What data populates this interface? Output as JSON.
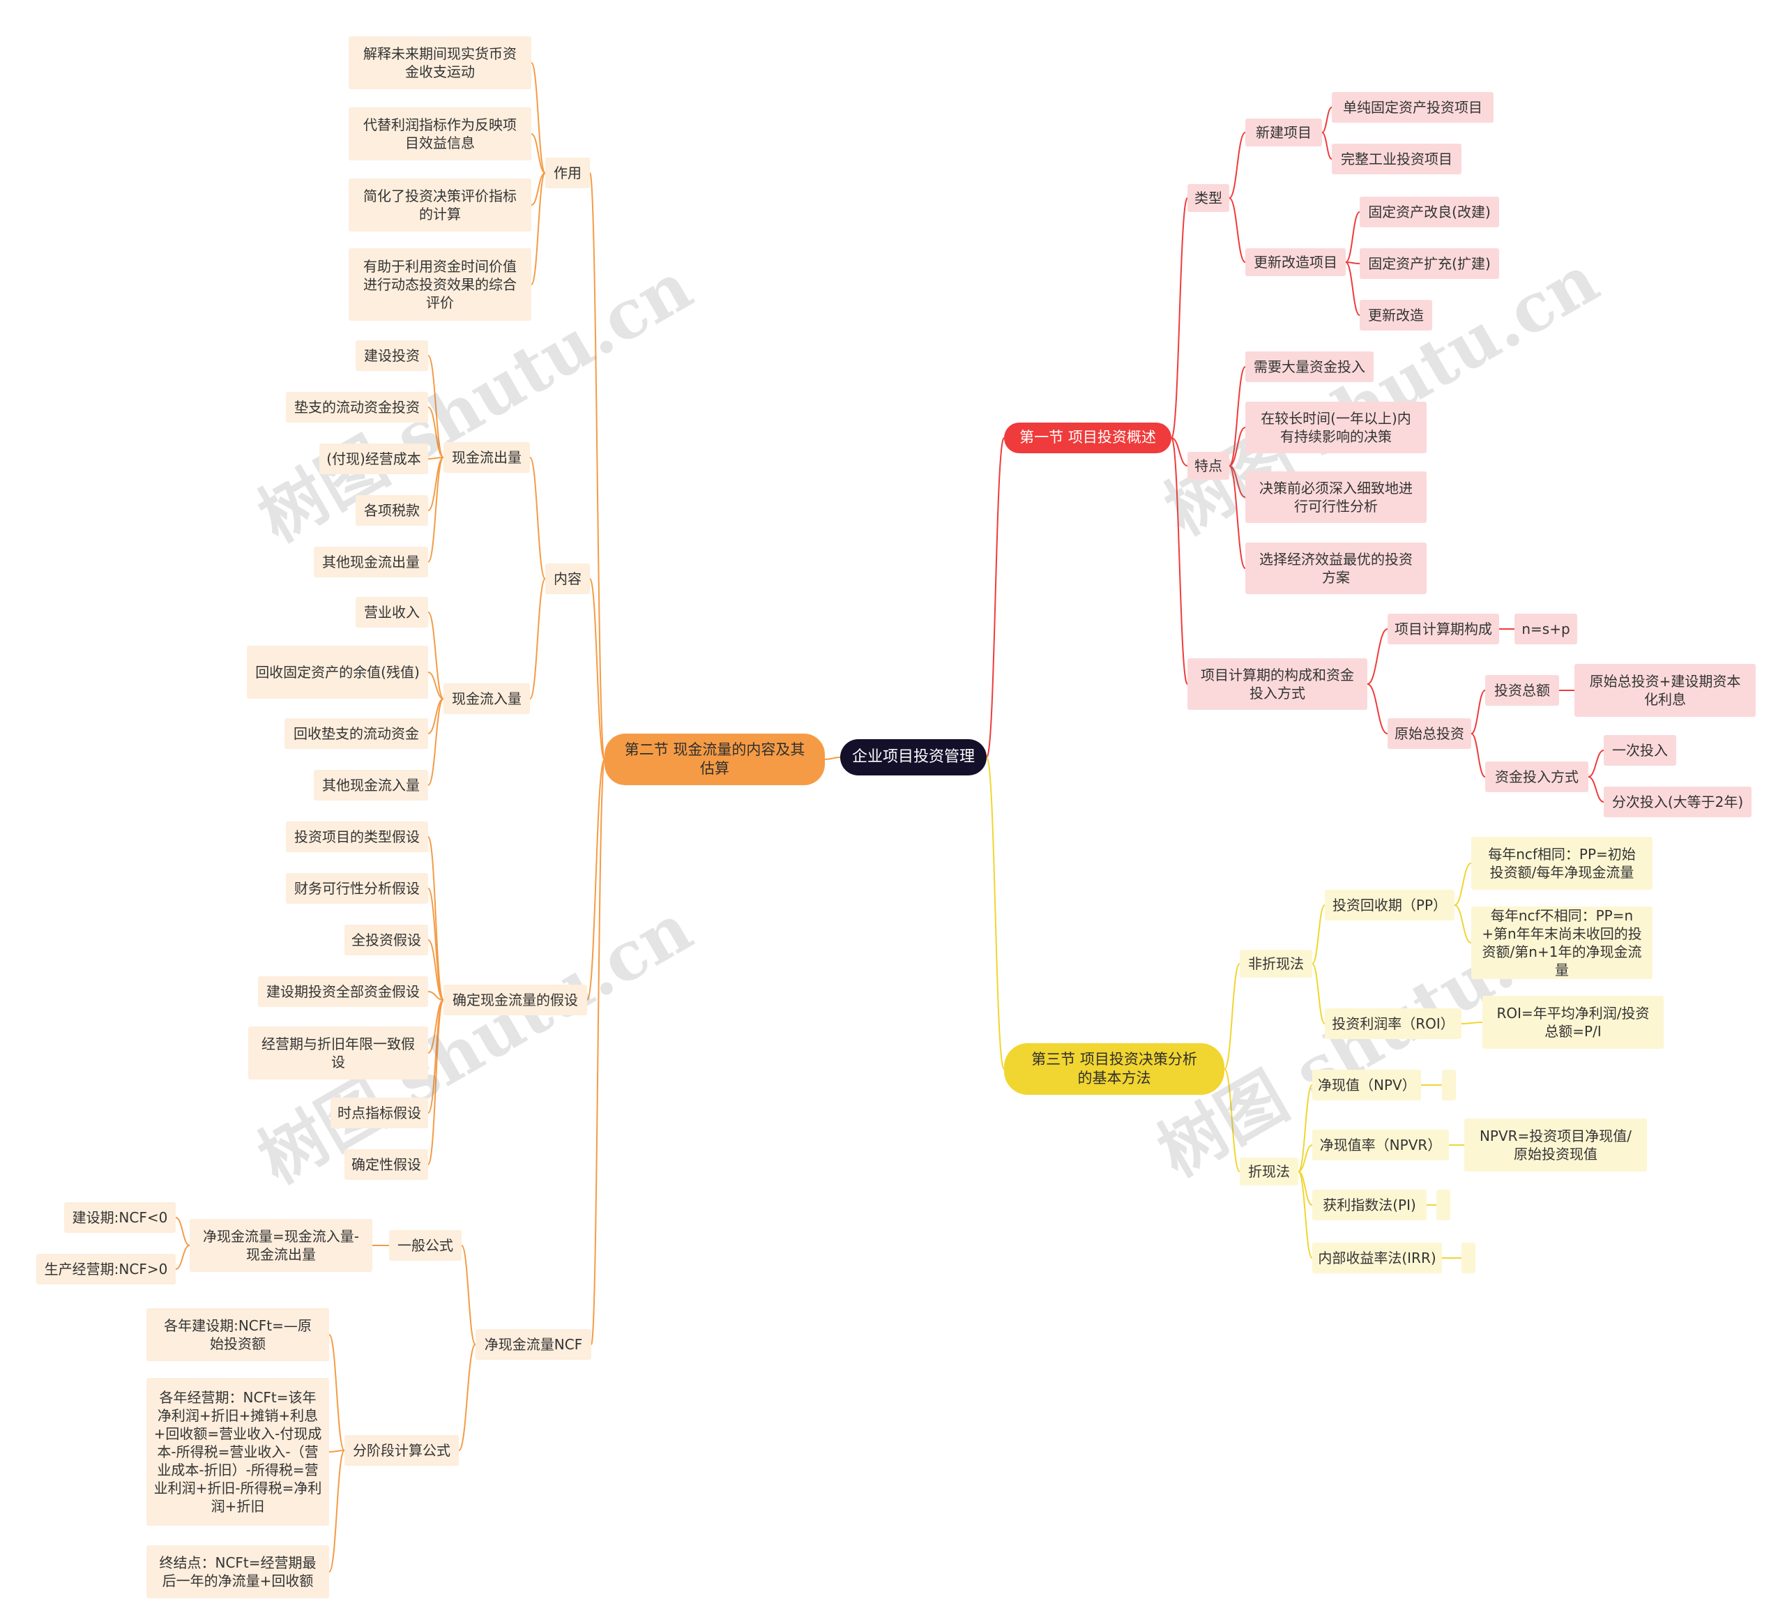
{
  "root": "企业项目投资管理",
  "sections": {
    "s1": "第一节 项目投资概述",
    "s2": "第二节 现金流量的内容及其估算",
    "s3": "第三节 项目投资决策分析的基本方法"
  },
  "s1": {
    "type": "类型",
    "new_project": "新建项目",
    "pure_fixed": "单纯固定资产投资项目",
    "complete_ind": "完整工业投资项目",
    "renovation": "更新改造项目",
    "fixed_improve": "固定资产改良(改建)",
    "fixed_expand": "固定资产扩充(扩建)",
    "renew": "更新改造",
    "features": "特点",
    "f1": "需要大量资金投入",
    "f2": "在较长时间(一年以上)内有持续影响的决策",
    "f3": "决策前必须深入细致地进行可行性分析",
    "f4": "选择经济效益最优的投资方案",
    "period": "项目计算期的构成和资金投入方式",
    "calc_period": "项目计算期构成",
    "nsp": "n=s+p",
    "orig_inv": "原始总投资",
    "total_inv": "投资总额",
    "total_inv_def": "原始总投资+建设期资本化利息",
    "inv_mode": "资金投入方式",
    "once": "一次投入",
    "multi": "分次投入(大等于2年)"
  },
  "s2": {
    "role": "作用",
    "r1": "解释未来期间现实货币资金收支运动",
    "r2": "代替利润指标作为反映项目效益信息",
    "r3": "简化了投资决策评价指标的计算",
    "r4": "有助于利用资金时间价值进行动态投资效果的综合评价",
    "content": "内容",
    "outflow": "现金流出量",
    "o1": "建设投资",
    "o2": "垫支的流动资金投资",
    "o3": "(付现)经营成本",
    "o4": "各项税款",
    "o5": "其他现金流出量",
    "inflow": "现金流入量",
    "i1": "营业收入",
    "i2": "回收固定资产的余值(残值)",
    "i3": "回收垫支的流动资金",
    "i4": "其他现金流入量",
    "assume": "确定现金流量的假设",
    "a1": "投资项目的类型假设",
    "a2": "财务可行性分析假设",
    "a3": "全投资假设",
    "a4": "建设期投资全部资金假设",
    "a5": "经营期与折旧年限一致假设",
    "a6": "时点指标假设",
    "a7": "确定性假设",
    "ncf": "净现金流量NCF",
    "general": "一般公式",
    "general_def": "净现金流量=现金流入量-现金流出量",
    "g1": "建设期:NCF<0",
    "g2": "生产经营期:NCF>0",
    "stage": "分阶段计算公式",
    "st1": "各年建设期:NCFt=—原始投资额",
    "st2": "各年经营期：NCFt=该年净利润+折旧+摊销+利息+回收额=营业收入-付现成本-所得税=营业收入-（营业成本-折旧）-所得税=营业利润+折旧-所得税=净利润+折旧",
    "st3": "终结点：NCFt=经营期最后一年的净流量+回收额"
  },
  "s3": {
    "nondisc": "非折现法",
    "pp": "投资回收期（PP）",
    "pp1": "每年ncf相同：PP=初始投资额/每年净现金流量",
    "pp2": "每年ncf不相同：PP=n+第n年年末尚未收回的投资额/第n+1年的净现金流量",
    "roi": "投资利润率（ROI）",
    "roi_def": "ROI=年平均净利润/投资总额=P/I",
    "disc": "折现法",
    "npv": "净现值（NPV）",
    "npvr": "净现值率（NPVR）",
    "npvr_def": "NPVR=投资项目净现值/原始投资现值",
    "pi": "获利指数法(PI)",
    "irr": "内部收益率法(IRR)"
  },
  "colors": {
    "red": "#ef3b3b",
    "orange": "#f59b45",
    "yellow": "#f1d530",
    "root": "#14102a"
  },
  "watermark": "树图 shutu.cn"
}
